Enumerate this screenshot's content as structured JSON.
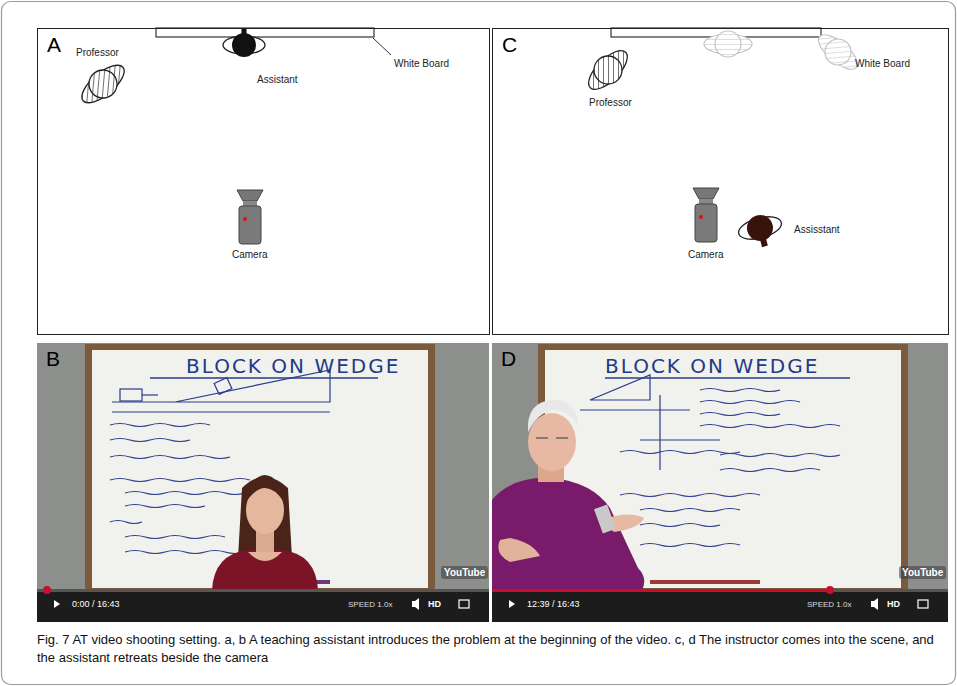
{
  "diagram": {
    "caption": "Fig. 7 AT video shooting setting. a, b A teaching assistant introduces the problem at the beginning of the video. c, d The instructor comes into the scene, and the assistant retreats beside the camera",
    "nodes": [
      {
        "text": [
          "A"
        ]
      },
      {
        "text": [
          "C"
        ]
      },
      {
        "text": [
          "B"
        ]
      },
      {
        "text": [
          "D"
        ]
      }
    ],
    "labels": [
      "Professor",
      "Assistant",
      "White Board",
      "Camera",
      "Professor",
      "White Board",
      "Camera",
      "Assisstant",
      "BLOCK ON WEDGE",
      "0:00 / 16:43",
      "SPEED 1.0x",
      "HD",
      "YouTube",
      "BLOCK ON WEDGE",
      "12:39 / 16:43",
      "SPEED 1.0x",
      "HD",
      "YouTube"
    ]
  }
}
